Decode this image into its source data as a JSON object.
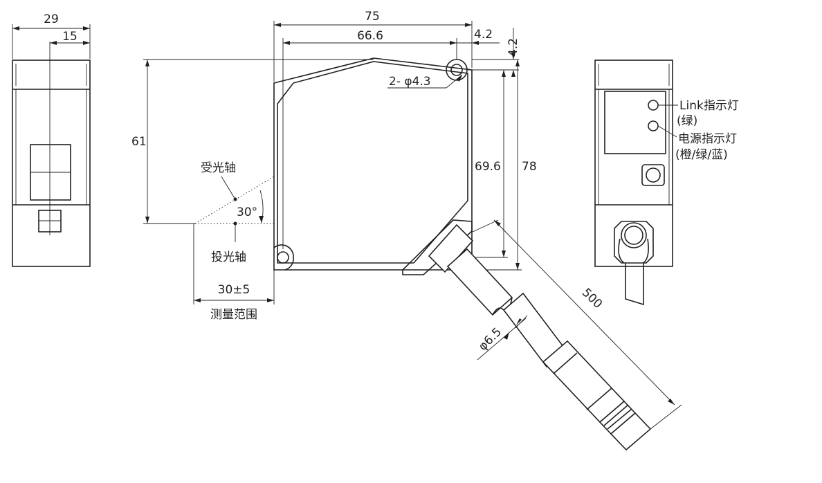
{
  "dimensions": {
    "side_width": "29",
    "side_half": "15",
    "body_width": "75",
    "body_inner_width": "66.6",
    "hole_offset_x": "4.2",
    "hole_offset_y": "4.2",
    "hole_callout": "2- φ4.3",
    "height_61": "61",
    "height_69_6": "69.6",
    "height_78": "78",
    "angle": "30°",
    "range": "30±5",
    "cable_length": "500",
    "cable_diameter": "φ6.5"
  },
  "labels": {
    "receive_axis": "受光轴",
    "emit_axis": "投光轴",
    "measure_range": "测量范围",
    "link_indicator": "Link指示灯",
    "link_color": "(绿)",
    "power_indicator": "电源指示灯",
    "power_color": "(橙/绿/蓝)"
  }
}
